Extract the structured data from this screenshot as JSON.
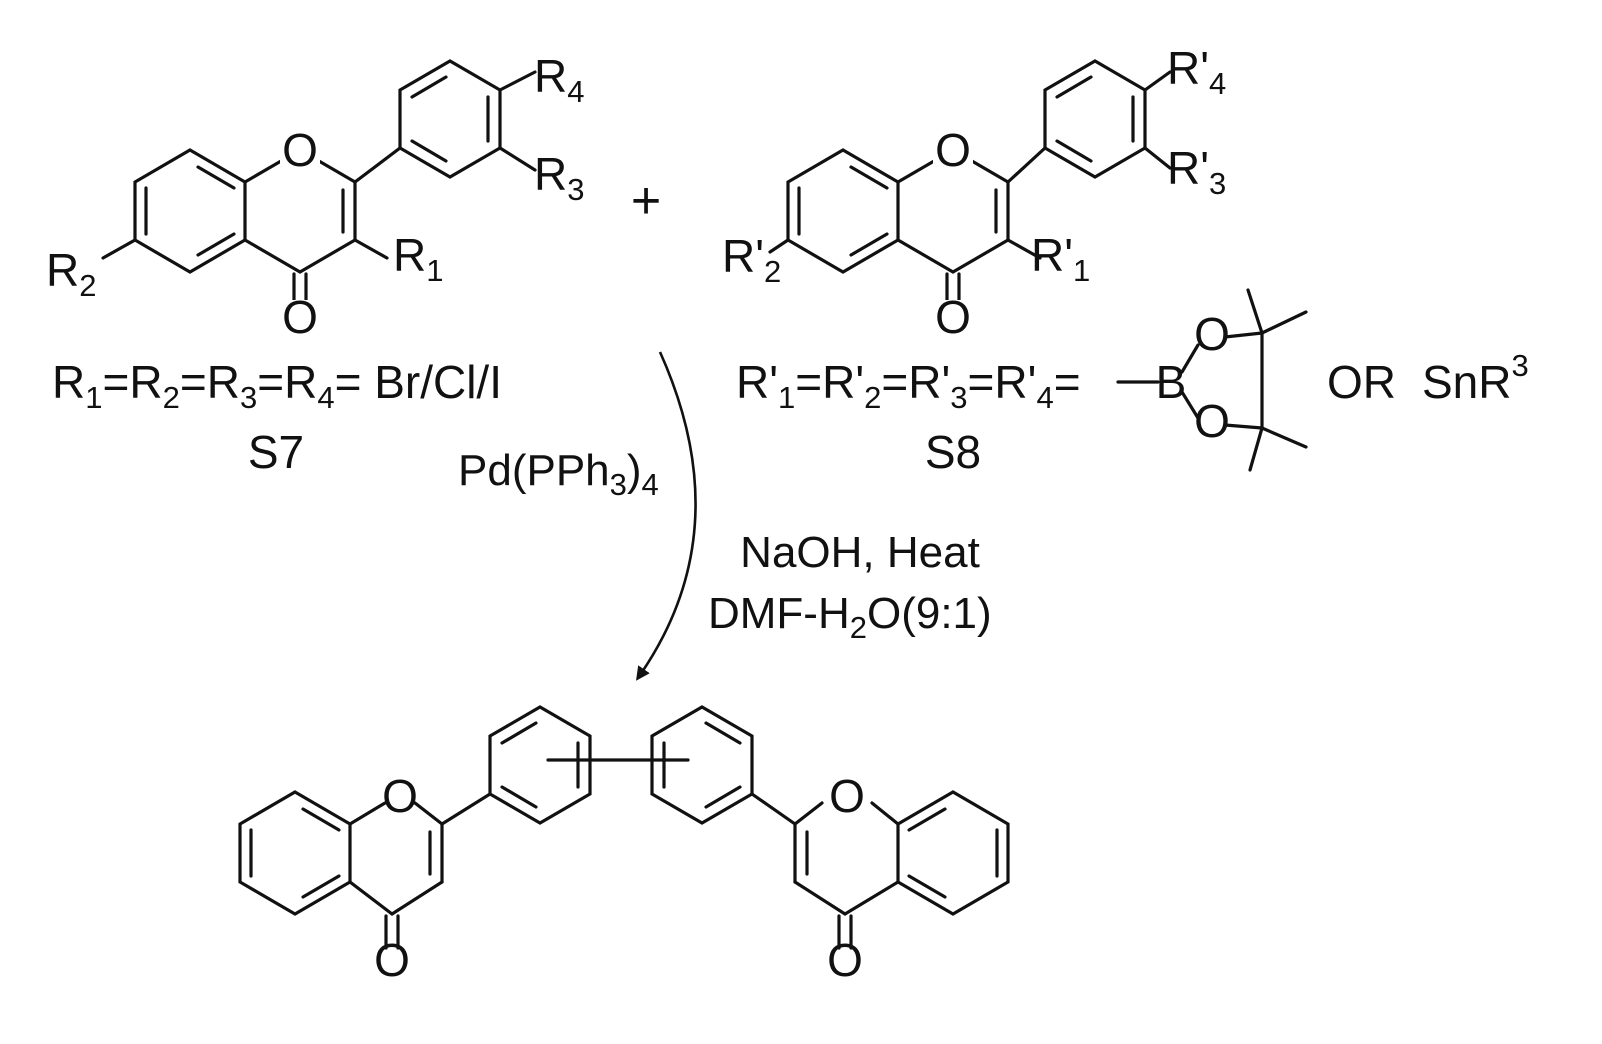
{
  "reactant_a": {
    "substituents": {
      "r1": "R",
      "r1_sub": "1",
      "r2": "R",
      "r2_sub": "2",
      "r3": "R",
      "r3_sub": "3",
      "r4": "R",
      "r4_sub": "4"
    },
    "atoms": {
      "ring_o": "O",
      "carbonyl_o": "O"
    },
    "definition": {
      "r1": "R",
      "r1_sub": "1",
      "r2": "R",
      "r2_sub": "2",
      "r3": "R",
      "r3_sub": "3",
      "r4": "R",
      "r4_sub": "4",
      "eq": "=",
      "value": "= Br/Cl/I"
    },
    "id": "S7"
  },
  "plus_sign": "+",
  "reactant_b": {
    "substituents": {
      "r1": "R'",
      "r1_sub": "1",
      "r2": "R'",
      "r2_sub": "2",
      "r3": "R'",
      "r3_sub": "3",
      "r4": "R'",
      "r4_sub": "4"
    },
    "atoms": {
      "ring_o": "O",
      "carbonyl_o": "O"
    },
    "definition": {
      "r1": "R'",
      "r1_sub": "1",
      "r2": "R'",
      "r2_sub": "2",
      "r3": "R'",
      "r3_sub": "3",
      "r4": "R'",
      "r4_sub": "4",
      "eq": "=",
      "eq_end": "="
    },
    "boronate": {
      "boron": "B",
      "o_top": "O",
      "o_bottom": "O"
    },
    "or_text": "OR",
    "tin": "SnR",
    "tin_sup": "3",
    "id": "S8"
  },
  "conditions": {
    "catalyst": "Pd(PPh",
    "catalyst_sub1": "3",
    "catalyst_close": ")",
    "catalyst_sub2": "4",
    "base": "NaOH, Heat",
    "solvent_a": "DMF-H",
    "solvent_sub": "2",
    "solvent_b": "O(9:1)"
  },
  "product": {
    "atoms": {
      "o_left_ring": "O",
      "o_left_carbonyl": "O",
      "o_right_ring": "O",
      "o_right_carbonyl": "O"
    }
  }
}
